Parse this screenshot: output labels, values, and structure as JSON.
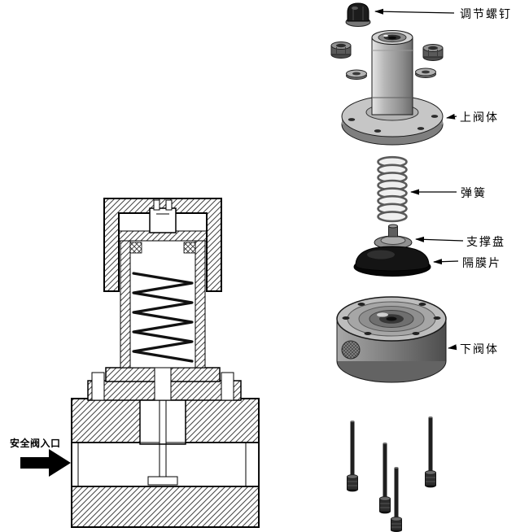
{
  "figure": {
    "left_view": "cross-section",
    "right_view": "exploded-assembly"
  },
  "labels": {
    "inlet": "安全阀入口",
    "adjust_screw": "调节螺钉",
    "upper_body": "上阀体",
    "spring": "弹簧",
    "support_disc": "支撑盘",
    "diaphragm": "隔膜片",
    "lower_body": "下阀体"
  },
  "colors": {
    "background": "#ffffff",
    "line": "#000000",
    "metal_light": "#c6c6c6",
    "metal_mid": "#8f8f8f",
    "metal_dark": "#555555",
    "rubber_black": "#0a0a0a"
  }
}
